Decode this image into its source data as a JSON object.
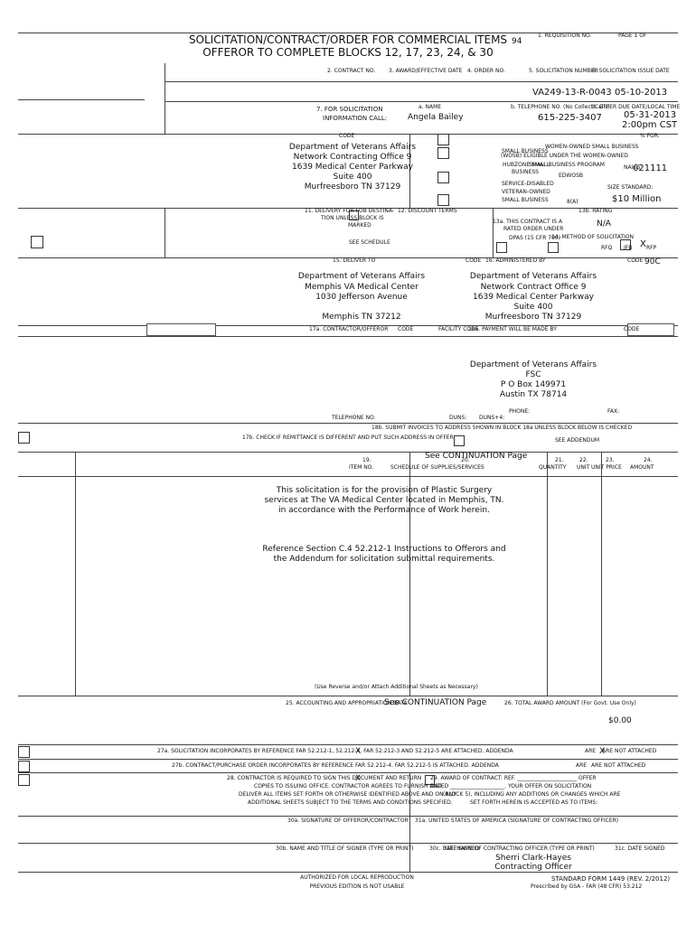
{
  "header": {
    "title_line1": "SOLICITATION/CONTRACT/ORDER FOR COMMERCIAL ITEMS",
    "title_line2": "OFFEROR TO COMPLETE BLOCKS 12, 17, 23, 24, & 30",
    "block_num": "94",
    "req_label": "1. REQUISITION NO.",
    "page_of": "PAGE 1 OF"
  },
  "row2": {
    "contract_no": "2. CONTRACT NO.",
    "award_date": "3. AWARD/EFFECTIVE DATE",
    "order_no": "4. ORDER NO.",
    "solicitation_no_label": "5. SOLICITATION NUMBER",
    "solicitation_date_label": "6. SOLICITATION ISSUE DATE",
    "solicitation_no": "VA249-13-R-0043",
    "solicitation_date": "05-10-2013"
  },
  "row7": {
    "label1": "7. FOR SOLICITATION",
    "label2": "INFORMATION CALL:",
    "name_label": "a. NAME",
    "name": "Angela Bailey",
    "phone_label": "b. TELEPHONE NO. (No Collect Calls)",
    "phone": "615-225-3407",
    "due_label": "8. OFFER DUE DATE/LOCAL TIME",
    "due_date": "05-31-2013",
    "due_time": "2:00pm CST"
  },
  "issued_by": {
    "code_label": "CODE",
    "line1": "Department of Veterans Affairs",
    "line2": "Network Contracting Office 9",
    "line3": "1639 Medical Center Parkway",
    "line4": "Suite 400",
    "line5": "Murfreesboro TN 37129"
  },
  "setaside": {
    "label": "% FOR:",
    "wosb1": "WOMEN-OWNED SMALL BUSINESS",
    "wosb2": "(WOSB) ELIGIBLE UNDER THE WOMEN-OWNED",
    "wosb3": "SMALL BUSINESS PROGRAM",
    "small": "SMALL BUSINESS",
    "hub1": "HUBZONE SMALL",
    "hub2": "BUSINESS",
    "edwosb": "EDWOSB",
    "sdvo1": "SERVICE-DISABLED",
    "sdvo2": "VETERAN-OWNED",
    "sdvo3": "SMALL BUSINESS",
    "eight_a": "8(A)",
    "naics_label": "NAICS:",
    "naics": "621111",
    "size_label": "SIZE STANDARD:",
    "size": "$10 Million"
  },
  "row11": {
    "label1": "11. DELIVERY FOR FOB DESTINA-",
    "label2": "TION UNLESS BLOCK IS",
    "label3": "MARKED",
    "see_schedule": "SEE SCHEDULE",
    "discount": "12. DISCOUNT TERMS",
    "rated1": "13a. THIS CONTRACT IS A",
    "rated2": "RATED ORDER UNDER",
    "rated3": "DPAS (15 CFR 700)",
    "rating_label": "13b. RATING",
    "rating": "N/A",
    "method": "14. METHOD OF SOLICITATION",
    "rfq": "RFQ",
    "ifb": "IFB",
    "rfp": "RFP",
    "rfp_mark": "X"
  },
  "deliver_to": {
    "label": "15. DELIVER TO",
    "code_label": "CODE",
    "line1": "Department of Veterans Affairs",
    "line2": "Memphis VA Medical Center",
    "line3": "1030 Jefferson Avenue",
    "line4": "Memphis TN 37212"
  },
  "administered_by": {
    "label": "16. ADMINISTERED BY",
    "code_label": "CODE",
    "code": "90C",
    "line1": "Department of Veterans Affairs",
    "line2": "Network Contract Office 9",
    "line3": "1639 Medical Center Parkway",
    "line4": "Suite 400",
    "line5": "Murfreesboro TN 37129"
  },
  "contractor": {
    "label": "17a. CONTRACTOR/OFFEROR",
    "code_label": "CODE",
    "facility": "FACILITY CODE",
    "telephone": "TELEPHONE NO.",
    "duns": "DUNS:",
    "duns4": "DUNS+4:",
    "remit": "17b. CHECK IF REMITTANCE IS DIFFERENT AND PUT SUCH ADDRESS IN OFFER"
  },
  "payment": {
    "label": "18a. PAYMENT WILL BE MADE BY",
    "code_label": "CODE",
    "line1": "Department of Veterans Affairs",
    "line2": "FSC",
    "line3": "P O Box 149971",
    "line4": "Austin TX 78714",
    "phone": "PHONE:",
    "fax": "FAX:",
    "invoice": "18b. SUBMIT INVOICES TO ADDRESS SHOWN IN BLOCK 18a UNLESS BLOCK BELOW IS CHECKED",
    "addendum": "SEE ADDENDUM"
  },
  "schedule": {
    "continuation": "See CONTINUATION Page",
    "col19a": "19.",
    "col19b": "ITEM NO.",
    "col20a": "20.",
    "col20b": "SCHEDULE OF SUPPLIES/SERVICES",
    "col21a": "21.",
    "col21b": "QUANTITY",
    "col22a": "22.",
    "col22b": "UNIT",
    "col23a": "23.",
    "col23b": "UNIT PRICE",
    "col24a": "24.",
    "col24b": "AMOUNT",
    "p1l1": "This solicitation is for the provision of Plastic Surgery",
    "p1l2": "services at The VA Medical Center located in Memphis, TN.",
    "p1l3": "in accordance with the Performance of Work herein.",
    "p2l1": "Reference Section C.4 52.212-1 Instructions to Offerors and",
    "p2l2": "the Addendum for solicitation submittal requirements.",
    "footer": "(Use Reverse and/or Attach Additional Sheets as Necessary)"
  },
  "accounting": {
    "label": "25. ACCOUNTING AND APPROPRIATION DATA",
    "value": "See CONTINUATION Page",
    "total_label": "26. TOTAL AWARD AMOUNT (For Govt. Use Only)",
    "total": "$0.00"
  },
  "clauses": {
    "c27a": "27a. SOLICITATION INCORPORATES BY REFERENCE FAR 52.212-1, 52.212-4. FAR 52.212-3 AND 52.212-5 ARE ATTACHED. ADDENDA",
    "c27a_mark": "X",
    "c27b": "27b. CONTRACT/PURCHASE ORDER INCORPORATES BY REFERENCE FAR 52.212-4. FAR 52.212-5 IS ATTACHED. ADDENDA",
    "are": "ARE",
    "are_not": "ARE NOT ATTACHED",
    "are_not_mark": "X"
  },
  "row28": {
    "mark": "X",
    "l1": "28. CONTRACTOR IS REQUIRED TO SIGN THIS DOCUMENT AND RETURN",
    "l2": "COPIES TO ISSUING OFFICE. CONTRACTOR AGREES TO FURNISH AND",
    "l3": "DELIVER ALL ITEMS SET FORTH OR OTHERWISE IDENTIFIED ABOVE AND ON ANY",
    "l4": "ADDITIONAL SHEETS SUBJECT TO THE TERMS AND CONDITIONS SPECIFIED.",
    "r1": "29. AWARD OF CONTRACT: REF. ______________________ OFFER",
    "r2": "DATED ____________________. YOUR OFFER ON SOLICITATION",
    "r3": "(BLOCK 5), INCLUDING ANY ADDITIONS OR CHANGES WHICH ARE",
    "r4": "SET FORTH HEREIN IS ACCEPTED AS TO ITEMS:"
  },
  "signature": {
    "s30a": "30a. SIGNATURE OF OFFEROR/CONTRACTOR",
    "s31a": "31a. UNITED STATES OF AMERICA (SIGNATURE OF CONTRACTING OFFICER)",
    "s30b": "30b. NAME AND TITLE OF SIGNER (TYPE OR PRINT)",
    "s30c": "30c. DATE SIGNED",
    "s31b": "31b. NAME OF CONTRACTING OFFICER (TYPE OR PRINT)",
    "s31c": "31c. DATE SIGNED",
    "officer": "Sherri Clark-Hayes",
    "officer_title": "Contracting Officer"
  },
  "footer": {
    "auth": "AUTHORIZED FOR LOCAL REPRODUCTION",
    "prev": "PREVIOUS EDITION IS NOT USABLE",
    "form": "STANDARD FORM 1449 (REV. 2/2012)",
    "prescribed": "Prescribed by GSA - FAR (48 CFR) 53.212"
  }
}
